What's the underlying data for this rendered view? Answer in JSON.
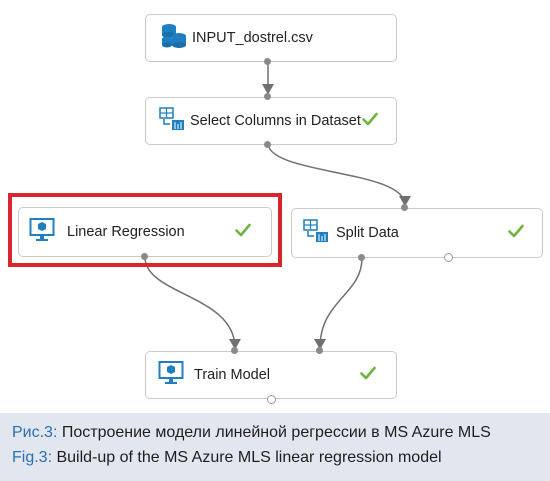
{
  "nodes": {
    "input": {
      "label": "INPUT_dostrel.csv",
      "checked": false
    },
    "select_columns": {
      "label": "Select Columns in Dataset",
      "checked": true
    },
    "linear_regression": {
      "label": "Linear Regression",
      "checked": true
    },
    "split_data": {
      "label": "Split Data",
      "checked": true
    },
    "train_model": {
      "label": "Train Model",
      "checked": true
    }
  },
  "edges": [
    {
      "from": "input",
      "to": "select_columns"
    },
    {
      "from": "select_columns",
      "to": "split_data"
    },
    {
      "from": "linear_regression",
      "to": "train_model"
    },
    {
      "from": "split_data",
      "to": "train_model"
    }
  ],
  "highlighted_node": "linear_regression",
  "caption": {
    "ru_prefix": "Рис.3:",
    "ru_text": " Построение модели линейной регрессии в MS Azure MLS",
    "en_prefix": "Fig.3:",
    "en_text": " Build-up of the MS Azure MLS linear regression model"
  },
  "colors": {
    "highlight": "#d9252d",
    "check": "#6cb33f",
    "icon_blue": "#1f7fc1",
    "caption_bg": "#e2e6ef",
    "caption_prefix": "#2d6fb3"
  }
}
